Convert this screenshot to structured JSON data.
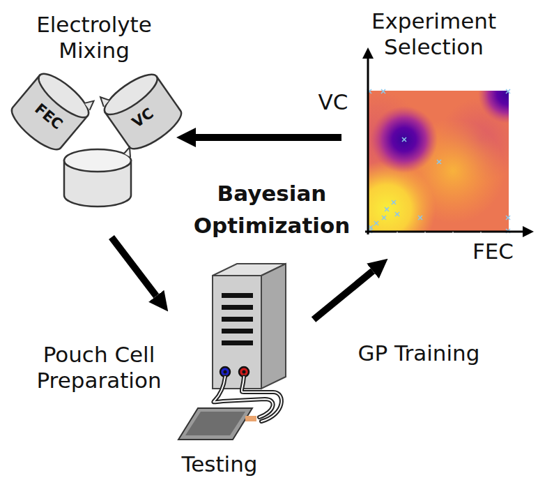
{
  "diagram": {
    "nodes": [
      {
        "text": [
          "Electrolyte Mixing",
          "FEC",
          "VC"
        ]
      },
      {
        "text": [
          "Experiment Selection"
        ]
      },
      {
        "text": [
          "Testing"
        ]
      }
    ],
    "edges": [
      {
        "from": 1,
        "to": 0,
        "arrow": "to"
      },
      {
        "from": 0,
        "to": 2,
        "arrow": "to",
        "label": "Pouch Cell Preparation"
      },
      {
        "from": 2,
        "to": 1,
        "arrow": "to",
        "label": "GP Training"
      }
    ],
    "labels": [
      "Bayesian Optimization",
      "VC",
      "FEC"
    ]
  }
}
